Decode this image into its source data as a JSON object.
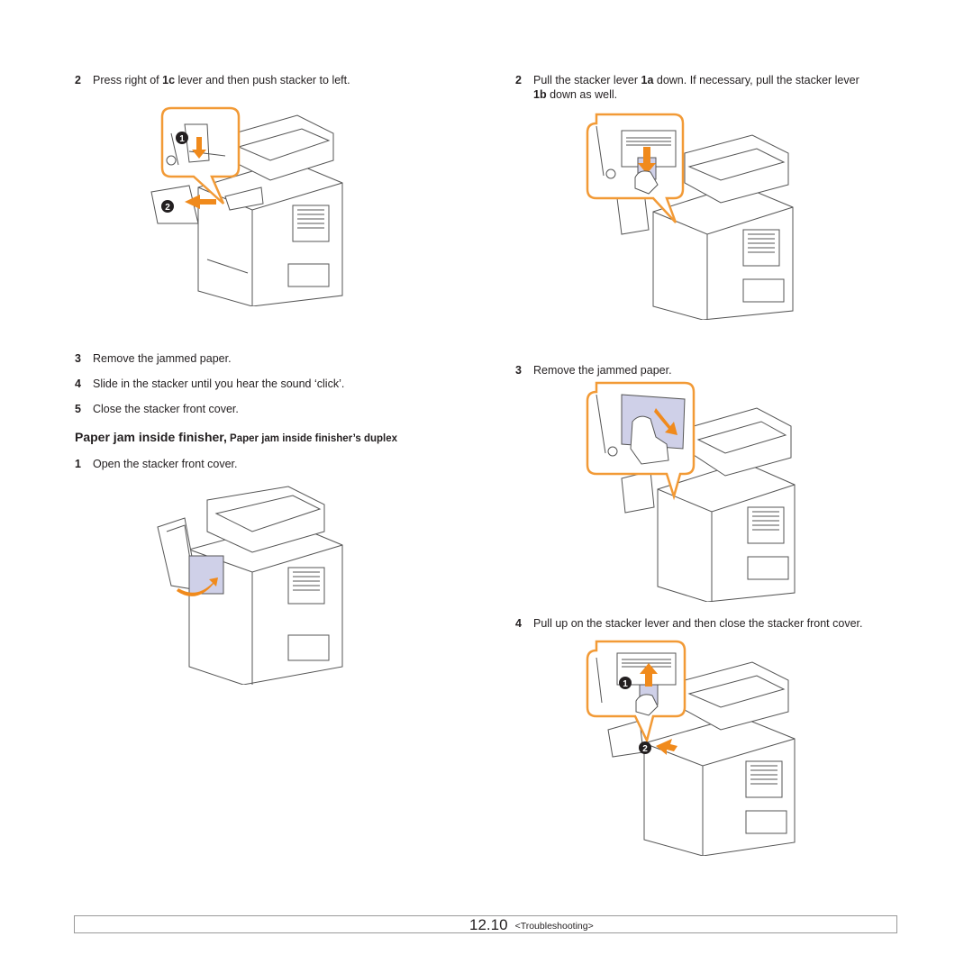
{
  "left_column": {
    "step2": {
      "number": "2",
      "text_before": "Press right of ",
      "bold": "1c",
      "text_after": " lever and then push stacker to left."
    },
    "figure1": {
      "callouts": [
        "1",
        "2"
      ]
    },
    "step3": {
      "number": "3",
      "text": "Remove the jammed paper."
    },
    "step4": {
      "number": "4",
      "text": "Slide in the stacker until you hear the sound ‘click’."
    },
    "step5": {
      "number": "5",
      "text": "Close the stacker front cover."
    },
    "section_heading": {
      "main": "Paper jam inside finisher,",
      "sub": " Paper jam inside finisher’s duplex"
    },
    "step1": {
      "number": "1",
      "text": "Open the stacker front cover."
    }
  },
  "right_column": {
    "step2": {
      "number": "2",
      "text_before": "Pull the stacker lever ",
      "bold1": "1a",
      "text_middle": " down. If necessary, pull the stacker lever",
      "line2_bold": "1b",
      "line2_after": " down as well."
    },
    "step3": {
      "number": "3",
      "text": "Remove the jammed paper."
    },
    "step4": {
      "number": "4",
      "text": "Pull up on the stacker lever and then close the stacker front cover."
    },
    "figure4": {
      "callouts": [
        "1",
        "2"
      ]
    }
  },
  "footer": {
    "chapter": "12",
    "section": ".10",
    "label": "<Troubleshooting>"
  },
  "colors": {
    "callout_orange": "#f29a36",
    "arrow_orange": "#f08a1c",
    "line": "#555555",
    "bubble_fill": "#ffffff"
  }
}
